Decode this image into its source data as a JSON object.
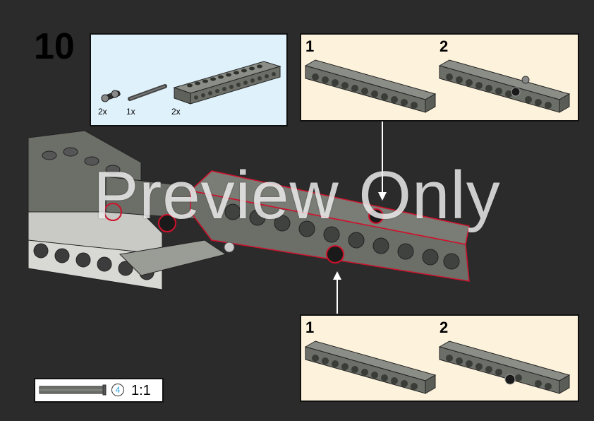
{
  "step": {
    "number": "10"
  },
  "parts_list": {
    "items": [
      {
        "name": "pin-with-bush",
        "qty": "2x"
      },
      {
        "name": "axle",
        "qty": "1x"
      },
      {
        "name": "technic-brick-1x12",
        "qty": "2x"
      }
    ]
  },
  "callout_top": {
    "step1": "1",
    "step2": "2"
  },
  "callout_bottom": {
    "step1": "1",
    "step2": "2"
  },
  "scale": {
    "quantity": "4",
    "ratio": "1:1"
  },
  "watermark": {
    "text": "Preview Only"
  },
  "colors": {
    "background": "#2b2b2b",
    "parts_bg": "#dff1fb",
    "callout_bg": "#fdf3dc",
    "brick": "#6c6e68",
    "brick_dark": "#4c4e48",
    "highlight": "#d0112b"
  }
}
